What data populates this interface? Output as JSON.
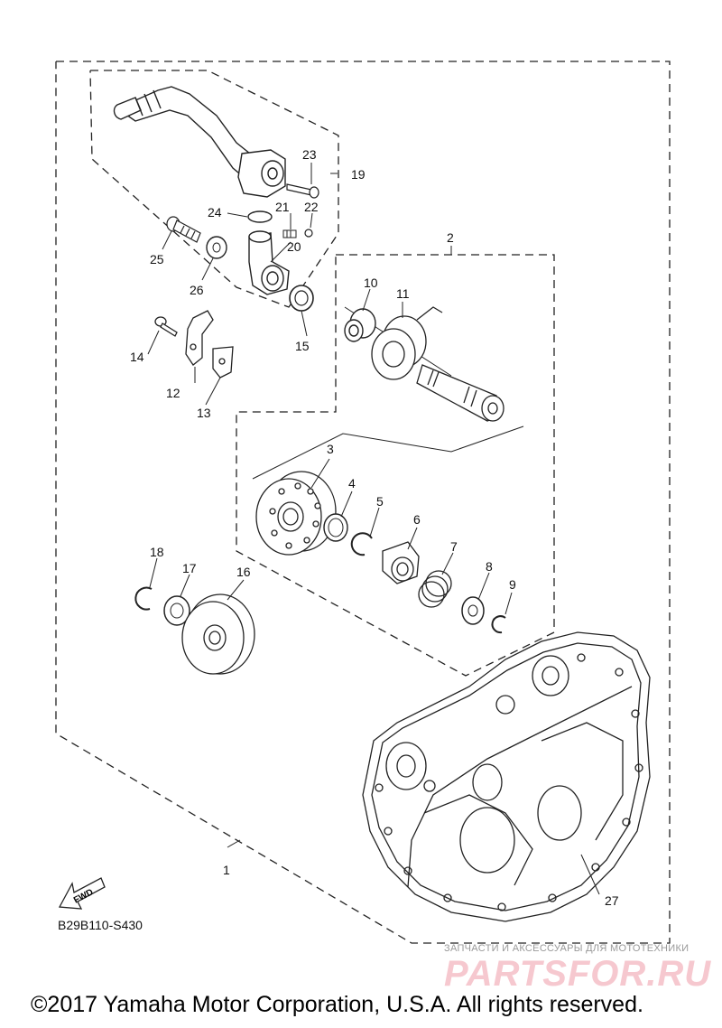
{
  "diagram": {
    "callouts": [
      "1",
      "2",
      "3",
      "4",
      "5",
      "6",
      "7",
      "8",
      "9",
      "10",
      "11",
      "12",
      "13",
      "14",
      "15",
      "16",
      "17",
      "18",
      "19",
      "20",
      "21",
      "22",
      "23",
      "24",
      "25",
      "26",
      "27"
    ],
    "fwd_label": "FWD",
    "drawing_code": "B29B110-S430"
  },
  "watermark": {
    "subtitle": "ЗАПЧАСТИ И АКСЕССУАРЫ ДЛЯ МОТОТЕХНИКИ",
    "brand": "PARTSFOR.RU"
  },
  "copyright": "©2017 Yamaha Motor Corporation, U.S.A. All rights reserved."
}
